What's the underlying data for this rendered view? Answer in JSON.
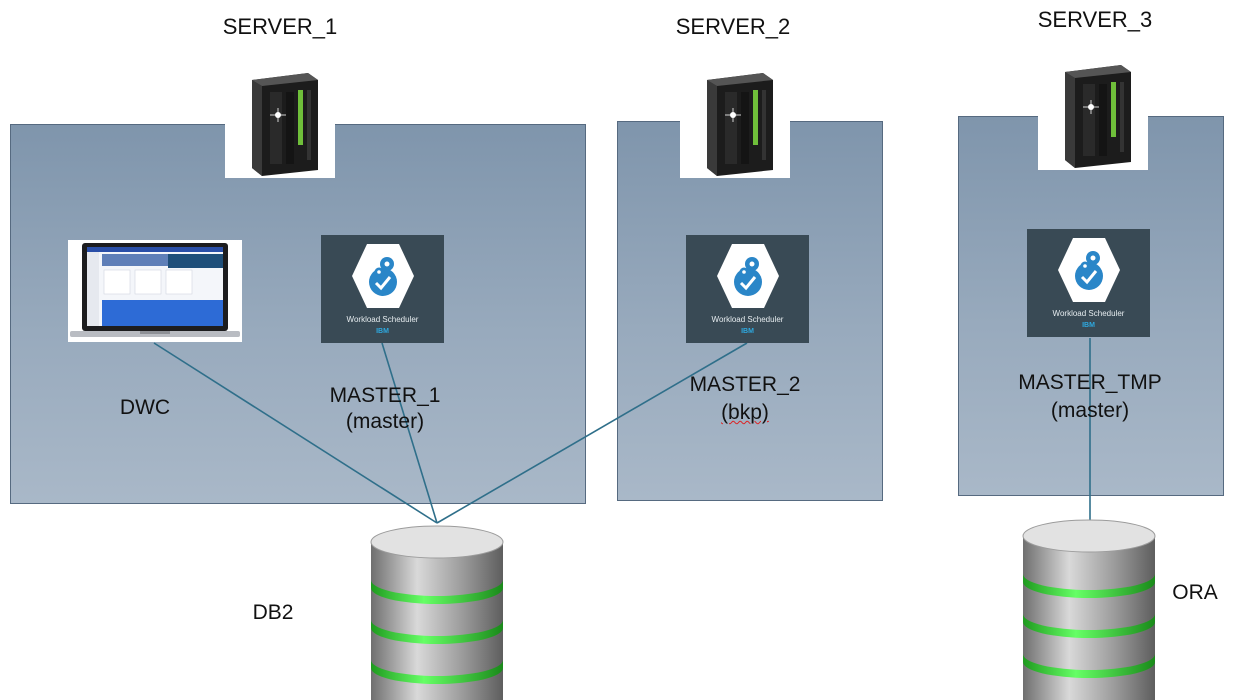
{
  "servers": [
    {
      "name": "SERVER_1"
    },
    {
      "name": "SERVER_2"
    },
    {
      "name": "SERVER_3"
    }
  ],
  "nodes": {
    "dwc": {
      "label": "DWC"
    },
    "master_1": {
      "label": "MASTER_1",
      "role": "(master)",
      "tile_name": "Workload Scheduler",
      "tile_vendor": "IBM"
    },
    "master_2": {
      "label": "MASTER_2",
      "role": "(bkp)",
      "tile_name": "Workload Scheduler",
      "tile_vendor": "IBM"
    },
    "master_tmp": {
      "label": "MASTER_TMP",
      "role": "(master)",
      "tile_name": "Workload Scheduler",
      "tile_vendor": "IBM"
    }
  },
  "databases": [
    {
      "label": "DB2"
    },
    {
      "label": "ORA"
    }
  ],
  "colors": {
    "server_box": "#8fa3b8",
    "connector": "#2f6f8a",
    "db_band": "#3ddc3d",
    "ws_tile": "#394a55",
    "ws_hexagon": "#ffffff",
    "ws_gear": "#2a86c8"
  },
  "icons": [
    "server-rack-icon",
    "laptop-icon",
    "workload-scheduler-icon",
    "database-icon"
  ]
}
